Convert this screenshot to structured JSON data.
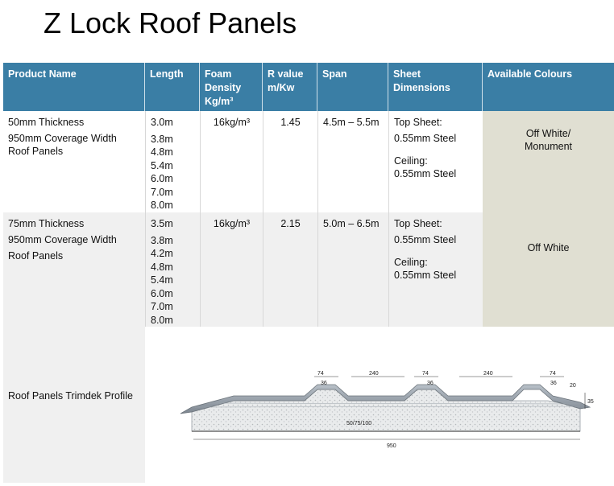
{
  "title": "Z Lock Roof Panels",
  "headers": [
    "Product Name",
    "Length",
    "Foam Density Kg/m³",
    "R value m/Kw",
    "Span",
    "Sheet Dimensions",
    "Available Colours"
  ],
  "header_lines": {
    "product": [
      "Product Name"
    ],
    "length": [
      "Length"
    ],
    "foam": [
      "Foam",
      "Density",
      "Kg/m³"
    ],
    "rvalue": [
      "R value",
      "m/Kw"
    ],
    "span": [
      "Span"
    ],
    "sheet": [
      "Sheet",
      "Dimensions"
    ],
    "colours": [
      "Available Colours"
    ]
  },
  "rows": [
    {
      "product_line1": "50mm Thickness",
      "product_line2": "950mm Coverage Width Roof Panels",
      "lengths": [
        "3.0m",
        "3.8m",
        "4.8m",
        "5.4m",
        "6.0m",
        "7.0m",
        "8.0m"
      ],
      "foam": "16kg/m³",
      "rvalue": "1.45",
      "span": "4.5m – 5.5m",
      "top_sheet": "Top Sheet:",
      "top_sheet_value": "0.55mm Steel",
      "ceiling": "Ceiling:",
      "ceiling_value": "0.55mm Steel",
      "colours": "Off White/ Monument"
    },
    {
      "product_line1": "75mm Thickness",
      "product_line2": "950mm Coverage Width",
      "product_line3": "Roof Panels",
      "lengths": [
        "3.5m",
        "3.8m",
        "4.2m",
        "4.8m",
        "5.4m",
        "6.0m",
        "7.0m",
        "8.0m"
      ],
      "foam": "16kg/m³",
      "rvalue": "2.15",
      "span": "5.0m – 6.5m",
      "top_sheet": "Top Sheet:",
      "top_sheet_value": "0.55mm Steel",
      "ceiling": "Ceiling:",
      "ceiling_value": "0.55mm Steel",
      "colours": "Off White"
    }
  ],
  "profile_row": {
    "label": "Roof Panels Trimdek Profile",
    "dims": {
      "rib_top": "74",
      "rib_base": "36",
      "pan": "240",
      "rib_top2": "74",
      "rib_base2": "36",
      "pan2": "240",
      "end_top": "74",
      "end_rib": "36",
      "end_h": "20",
      "height": "35",
      "thickness": "50/75/100",
      "cover": "950"
    }
  }
}
